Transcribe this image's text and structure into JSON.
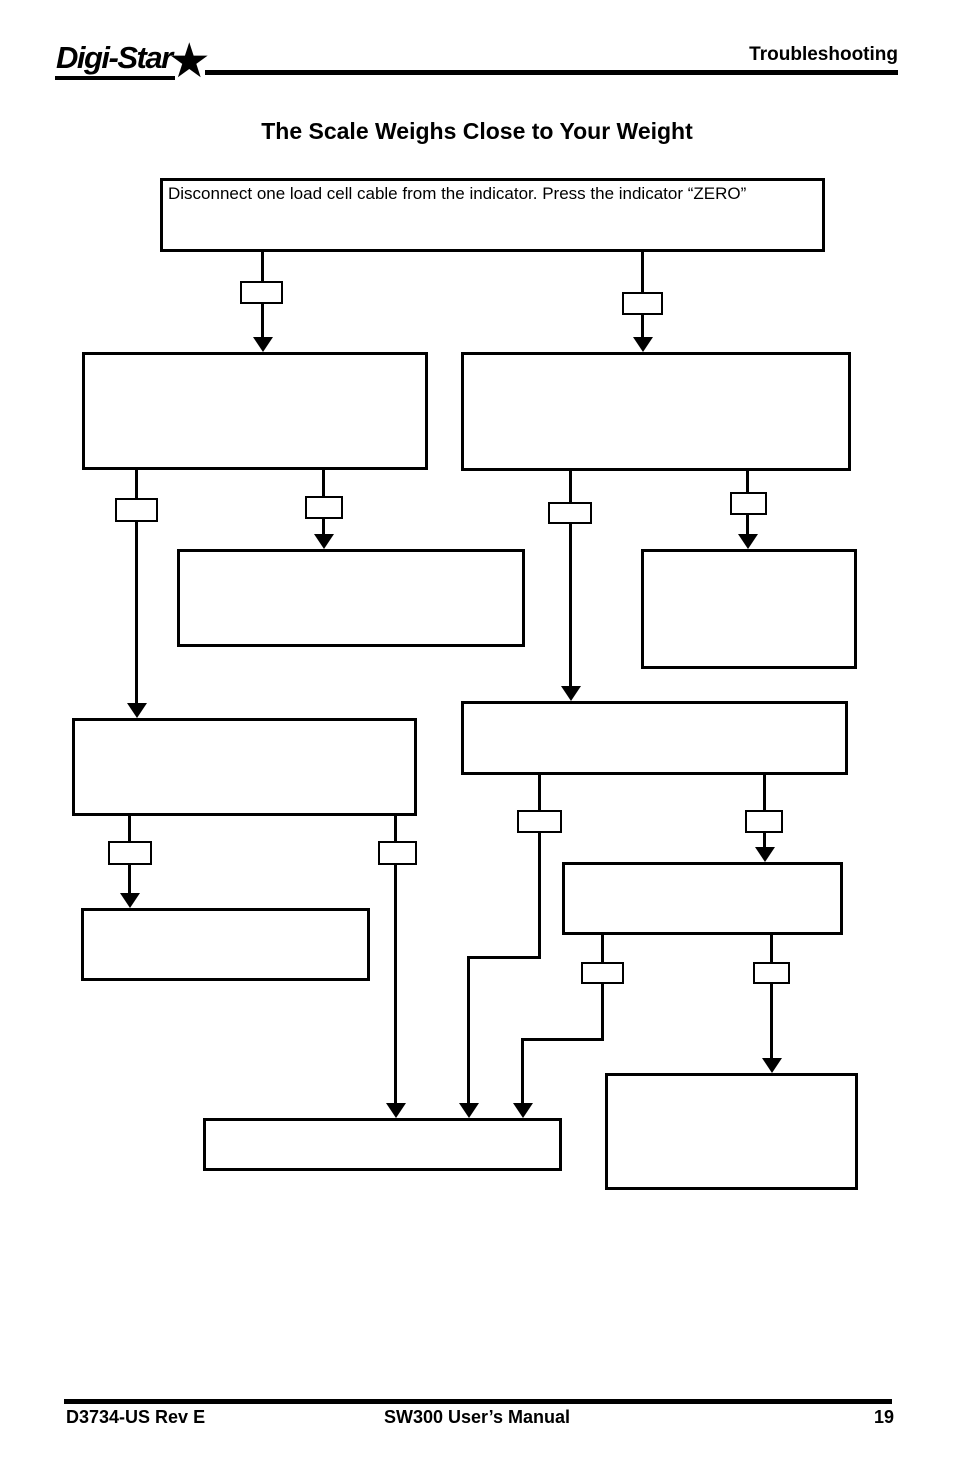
{
  "page": {
    "background": "#ffffff",
    "ink": "#000000"
  },
  "header": {
    "brand": "Digi-Star",
    "star_icon": "★",
    "section_label": "Troubleshooting"
  },
  "title": "The Scale Weighs Close to Your Weight",
  "flowchart": {
    "start_box": "Disconnect one load cell cable from the indicator. Press the indicator “ZERO”"
  },
  "footer": {
    "doc_ref": "D3734-US Rev E",
    "manual": "SW300 User’s Manual",
    "page_number": "19"
  }
}
